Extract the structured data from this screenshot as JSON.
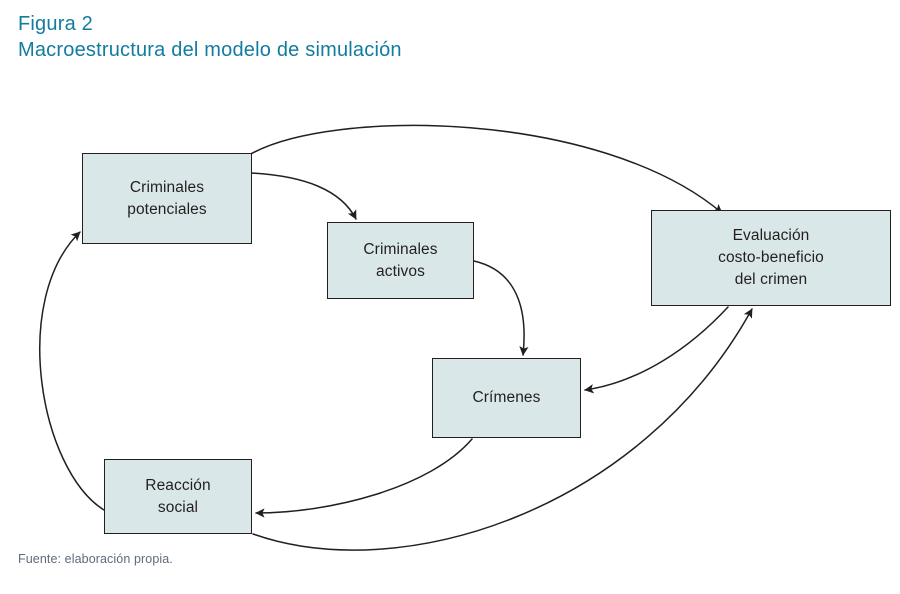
{
  "figure": {
    "label": "Figura 2",
    "caption": "Macroestructura del modelo de simulación",
    "source": "Fuente: elaboración propia.",
    "title_color": "#127ca0",
    "source_color": "#5f6b7a"
  },
  "diagram": {
    "type": "flow-diagram",
    "box_fill": "#dae7e8",
    "box_stroke": "#231f20",
    "arrow_color": "#231f20",
    "nodes": [
      {
        "id": "criminales-potenciales",
        "label": "Criminales\npotenciales"
      },
      {
        "id": "criminales-activos",
        "label": "Criminales\nactivos"
      },
      {
        "id": "evaluacion",
        "label": "Evaluación\ncosto-beneficio\ndel crimen"
      },
      {
        "id": "crimenes",
        "label": "Crímenes"
      },
      {
        "id": "reaccion-social",
        "label": "Reacción\nsocial"
      }
    ],
    "edges": [
      {
        "from": "criminales-potenciales",
        "to": "evaluacion"
      },
      {
        "from": "criminales-potenciales",
        "to": "criminales-activos"
      },
      {
        "from": "criminales-activos",
        "to": "crimenes"
      },
      {
        "from": "evaluacion",
        "to": "crimenes"
      },
      {
        "from": "crimenes",
        "to": "reaccion-social"
      },
      {
        "from": "reaccion-social",
        "to": "evaluacion"
      },
      {
        "from": "reaccion-social",
        "to": "criminales-potenciales"
      }
    ]
  }
}
